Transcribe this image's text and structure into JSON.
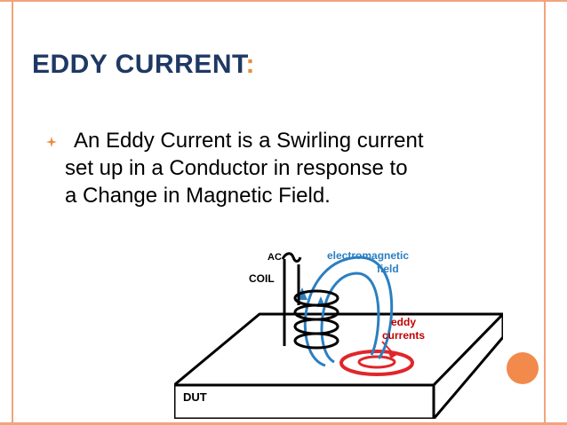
{
  "slide": {
    "title_main": "EDDY CURRENT",
    "title_colon": ":",
    "bullet_line_1": "An Eddy Current is a Swirling current",
    "bullet_line_2": "set up in a Conductor in response to",
    "bullet_line_3": "a Change in Magnetic Field."
  },
  "diagram": {
    "label_ac": "AC",
    "label_coil": "COIL",
    "label_em_1": "electromagnetic",
    "label_em_2": "field",
    "label_eddy_1": "eddy",
    "label_eddy_2": "currents",
    "label_dut": "DUT"
  },
  "colors": {
    "title": "#1f3864",
    "accent": "#e88b3c",
    "frame": "#f2a47c",
    "field_blue": "#2b7fc1",
    "eddy_red": "#e0262a",
    "eddy_text": "#c00000"
  }
}
